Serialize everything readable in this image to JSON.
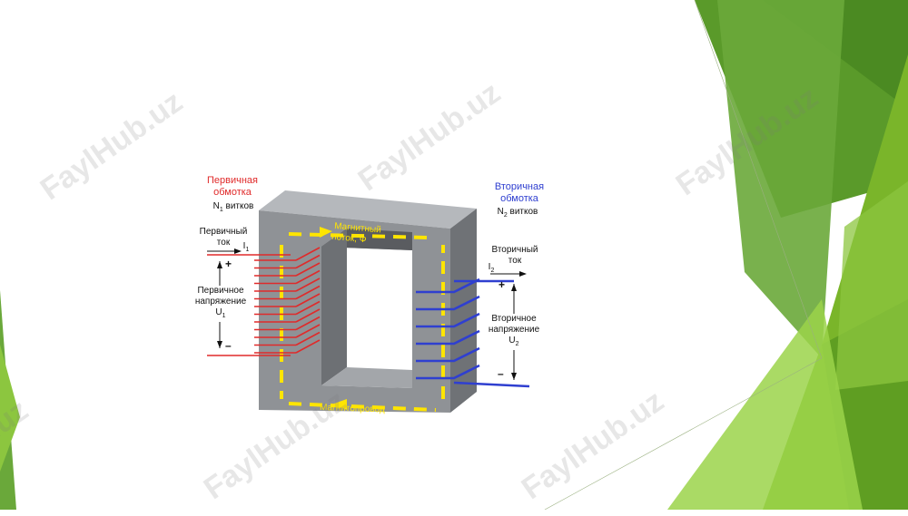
{
  "diagram": {
    "primary_winding": {
      "title_line1": "Первичная",
      "title_line2": "обмотка",
      "turns_prefix": "N",
      "turns_sub": "1",
      "turns_word": "витков"
    },
    "secondary_winding": {
      "title_line1": "Вторичная",
      "title_line2": "обмотка",
      "turns_prefix": "N",
      "turns_sub": "2",
      "turns_word": "витков"
    },
    "primary_current": {
      "line1": "Первичный",
      "line2": "ток",
      "symbol": "I",
      "sub": "1"
    },
    "secondary_current": {
      "line1": "Вторичный",
      "line2": "ток",
      "symbol": "I",
      "sub": "2"
    },
    "primary_voltage": {
      "line1": "Первичное",
      "line2": "напряжение",
      "symbol": "U",
      "sub": "1",
      "plus": "+",
      "minus": "–"
    },
    "secondary_voltage": {
      "line1": "Вторичное",
      "line2": "напряжение",
      "symbol": "U",
      "sub": "2",
      "plus": "+",
      "minus": "–"
    },
    "flux_label_line1": "Магнитный",
    "flux_label_line2": "поток, Ф",
    "core_label": "Магнитопровод"
  },
  "watermark": "FaylHub.uz",
  "colors": {
    "primary": "#e02a2a",
    "secondary": "#2f3fd0",
    "flux": "#ffe500",
    "core": "#8f9296",
    "accent_green": "#7ab52a"
  }
}
